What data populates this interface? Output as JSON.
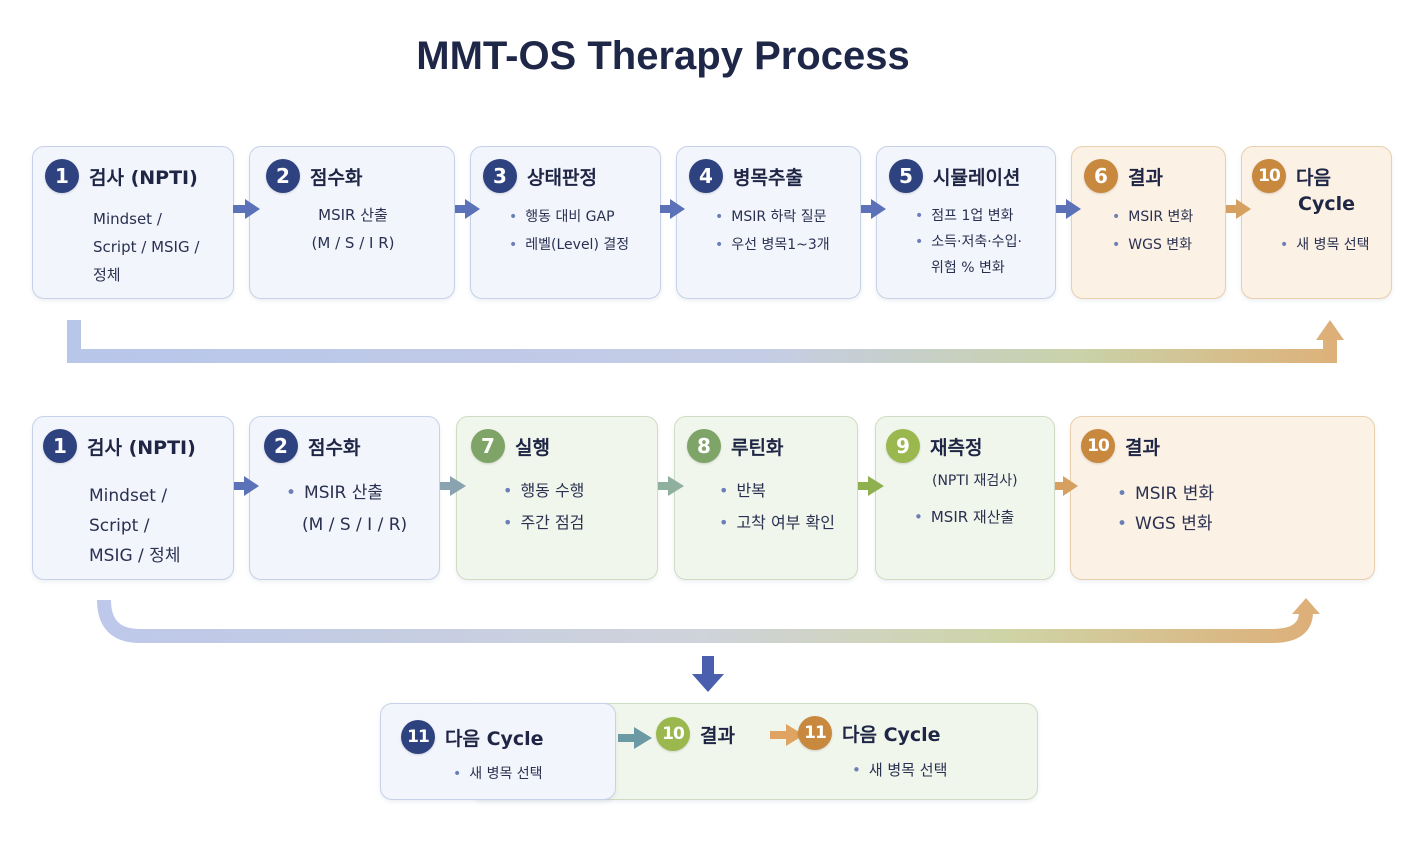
{
  "title": "MMT-OS Therapy Process",
  "row1": [
    {
      "n": "1",
      "title": "검사 (NPTI)",
      "lines": [
        "Mindset /",
        "Script / MSIG /",
        "정체"
      ]
    },
    {
      "n": "2",
      "title": "점수화",
      "lines": [
        "MSIR 산출",
        "(M / S / I R)"
      ]
    },
    {
      "n": "3",
      "title": "상태판정",
      "items": [
        "행동 대비 GAP",
        "레벨(Level) 결정"
      ]
    },
    {
      "n": "4",
      "title": "병목추출",
      "items": [
        "MSIR 하락 질문",
        "우선 병목1~3개"
      ]
    },
    {
      "n": "5",
      "title": "시뮬레이션",
      "items": [
        "점프 1업 변화",
        "소득·저축·수입·",
        "위험 % 변화"
      ]
    },
    {
      "n": "6",
      "title": "결과",
      "items": [
        "MSIR 변화",
        "WGS 변화"
      ]
    },
    {
      "n": "10",
      "title": "다음",
      "title2": "Cycle",
      "items": [
        "새 병목 선택"
      ]
    }
  ],
  "row2": [
    {
      "n": "1",
      "title": "검사 (NPTI)",
      "lines": [
        "Mindset /",
        "Script /",
        "MSIG / 정체"
      ]
    },
    {
      "n": "2",
      "title": "점수화",
      "items": [
        "MSIR 산출"
      ],
      "sub": "(M / S / I / R)"
    },
    {
      "n": "7",
      "title": "실행",
      "items": [
        "행동 수행",
        "주간 점검"
      ]
    },
    {
      "n": "8",
      "title": "루틴화",
      "items": [
        "반복",
        "고착 여부 확인"
      ]
    },
    {
      "n": "9",
      "title": "재측정",
      "sub": "(NPTI 재검사)",
      "items": [
        "MSIR 재산출"
      ]
    },
    {
      "n": "10",
      "title": "결과",
      "items": [
        "MSIR 변화",
        "WGS 변화"
      ]
    }
  ],
  "row3": {
    "a": {
      "n": "11",
      "title": "다음 Cycle",
      "items": [
        "새 병목 선택"
      ]
    },
    "b": {
      "n": "10",
      "title": "결과"
    },
    "c": {
      "n": "11",
      "title": "다음 Cycle",
      "items": [
        "새 병목 선택"
      ]
    }
  },
  "colors": {
    "navy": "#2f4280",
    "orange": "#c8883e",
    "green": "#7fa468",
    "lime": "#9ab84e",
    "arrow_blue": "#5b72b8"
  }
}
